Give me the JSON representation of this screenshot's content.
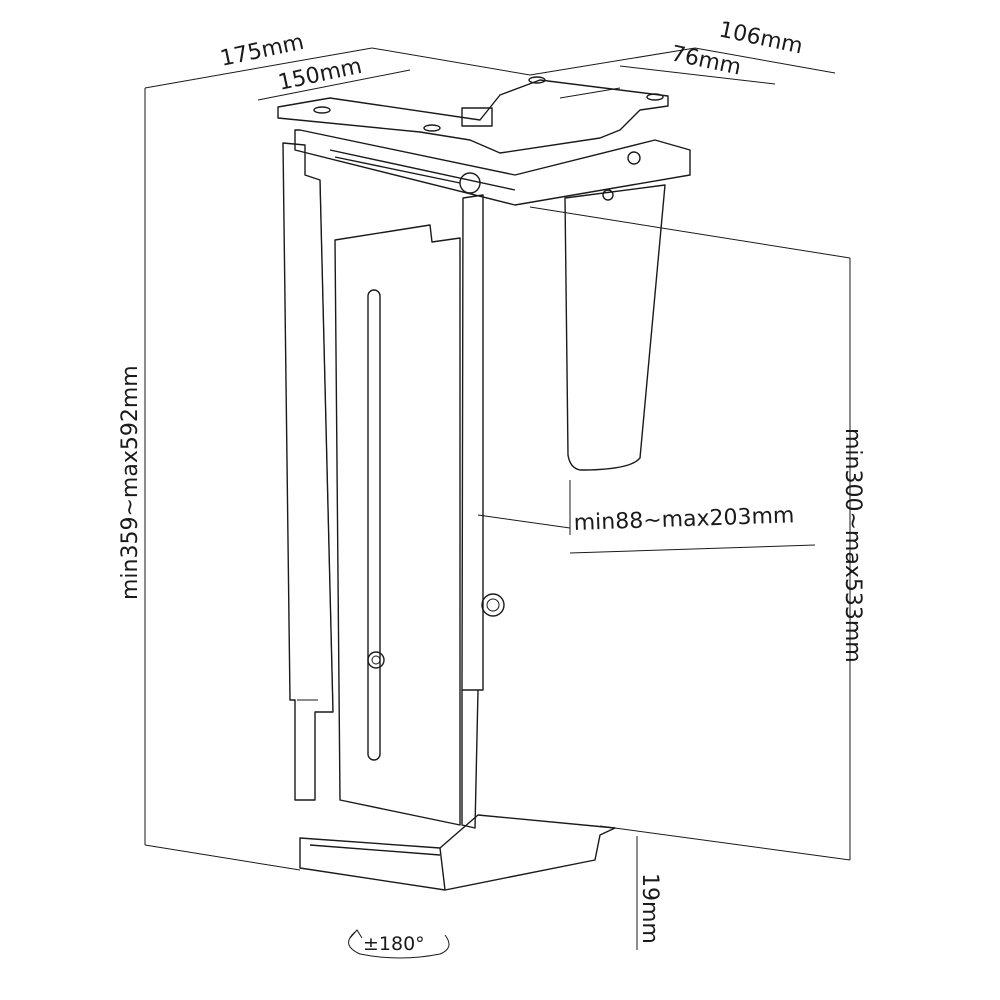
{
  "dimensions": {
    "top_width_outer": "175mm",
    "top_width_inner": "150mm",
    "top_depth_outer": "106mm",
    "top_depth_inner": "76mm",
    "total_height": "min359~max592mm",
    "inner_height": "min300~max533mm",
    "inner_width": "min88~max203mm",
    "base_lip": "19mm",
    "rotation": "±180°"
  }
}
